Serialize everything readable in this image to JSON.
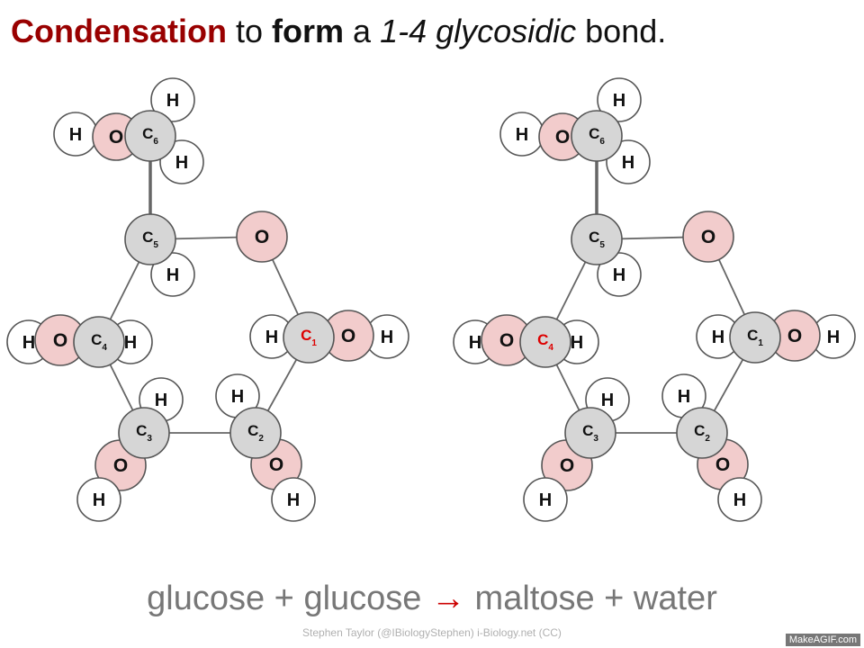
{
  "title": {
    "word1": "Condensation",
    "word2": " to ",
    "word3": "form",
    "word4": " a ",
    "word5": "1-4 glycosidic",
    "word6": " bond."
  },
  "colors": {
    "carbon": "#d6d6d6",
    "oxygen": "#f2cccc",
    "hydrogen": "#ffffff",
    "outline": "#555555",
    "bond": "#666666",
    "highlight": "#dd0000",
    "title_accent": "#990000"
  },
  "atom_labels": {
    "hydrogen": "H",
    "oxygen": "O",
    "carbon": "C"
  },
  "carbon_numbers": [
    "1",
    "2",
    "3",
    "4",
    "5",
    "6"
  ],
  "molecules": [
    {
      "name": "glucose-left",
      "highlighted_carbon": "1"
    },
    {
      "name": "glucose-right",
      "highlighted_carbon": "4"
    }
  ],
  "equation": {
    "reactant1": "glucose",
    "plus1": " + ",
    "reactant2": "glucose",
    "arrow": " → ",
    "product1": "maltose",
    "plus2": " + ",
    "product2": "water"
  },
  "credit": "Stephen Taylor (@IBiologyStephen) i-Biology.net  (CC)",
  "watermark": "MakeAGIF.com"
}
